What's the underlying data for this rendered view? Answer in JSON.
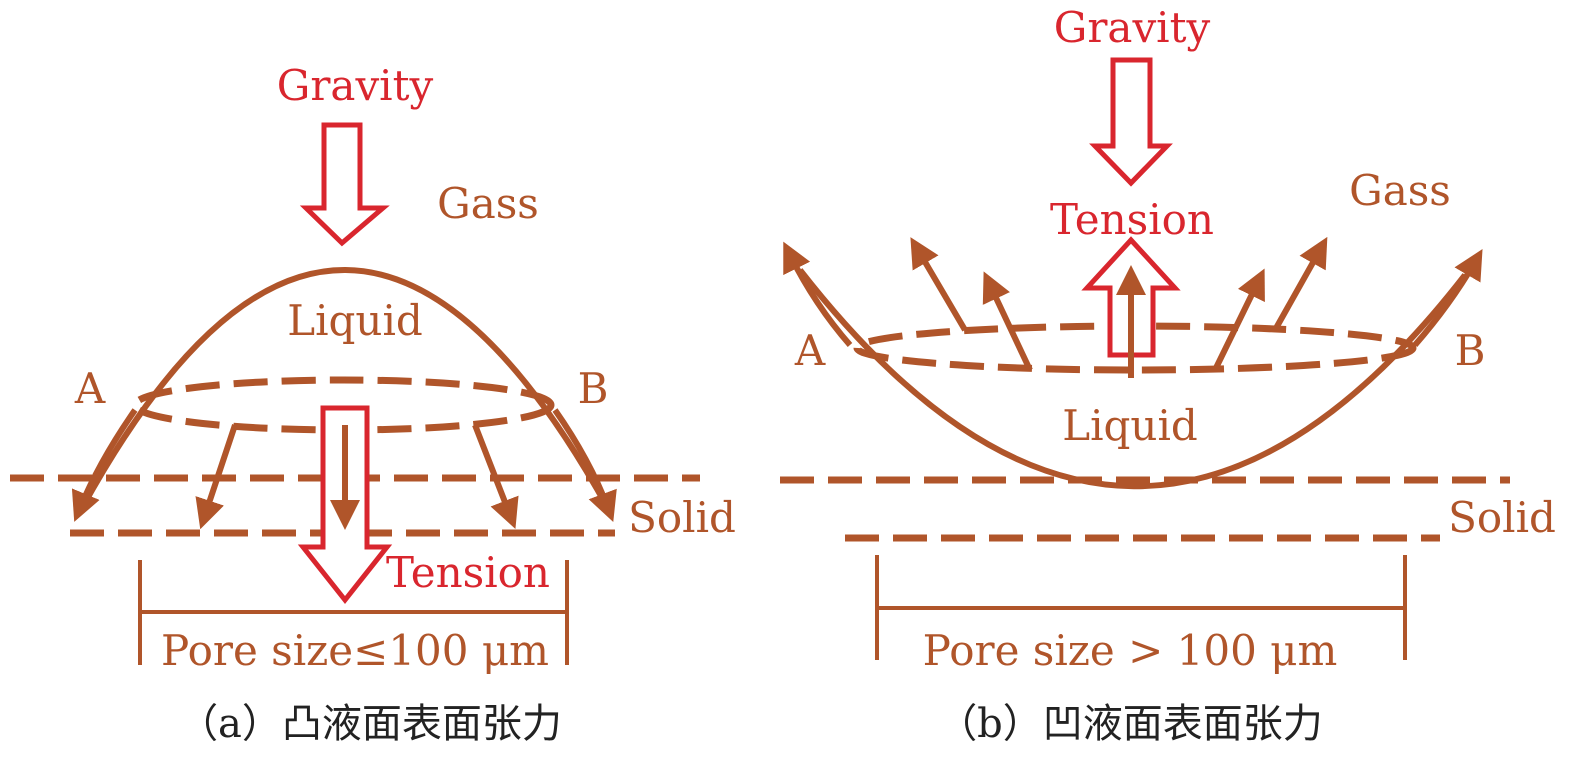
{
  "panel_a": {
    "gravity": "Gravity",
    "gas": "Gass",
    "liquid": "Liquid",
    "point_a": "A",
    "point_b": "B",
    "solid": "Solid",
    "tension": "Tension",
    "pore_size": "Pore size≤100 μm",
    "caption": "（a）凸液面表面张力"
  },
  "panel_b": {
    "gravity": "Gravity",
    "gas": "Gass",
    "liquid": "Liquid",
    "point_a": "A",
    "point_b": "B",
    "solid": "Solid",
    "tension": "Tension",
    "pore_size": "Pore size > 100 μm",
    "caption": "（b）凹液面表面张力"
  },
  "colors": {
    "brown": "#b0552a",
    "red": "#d9262e"
  }
}
